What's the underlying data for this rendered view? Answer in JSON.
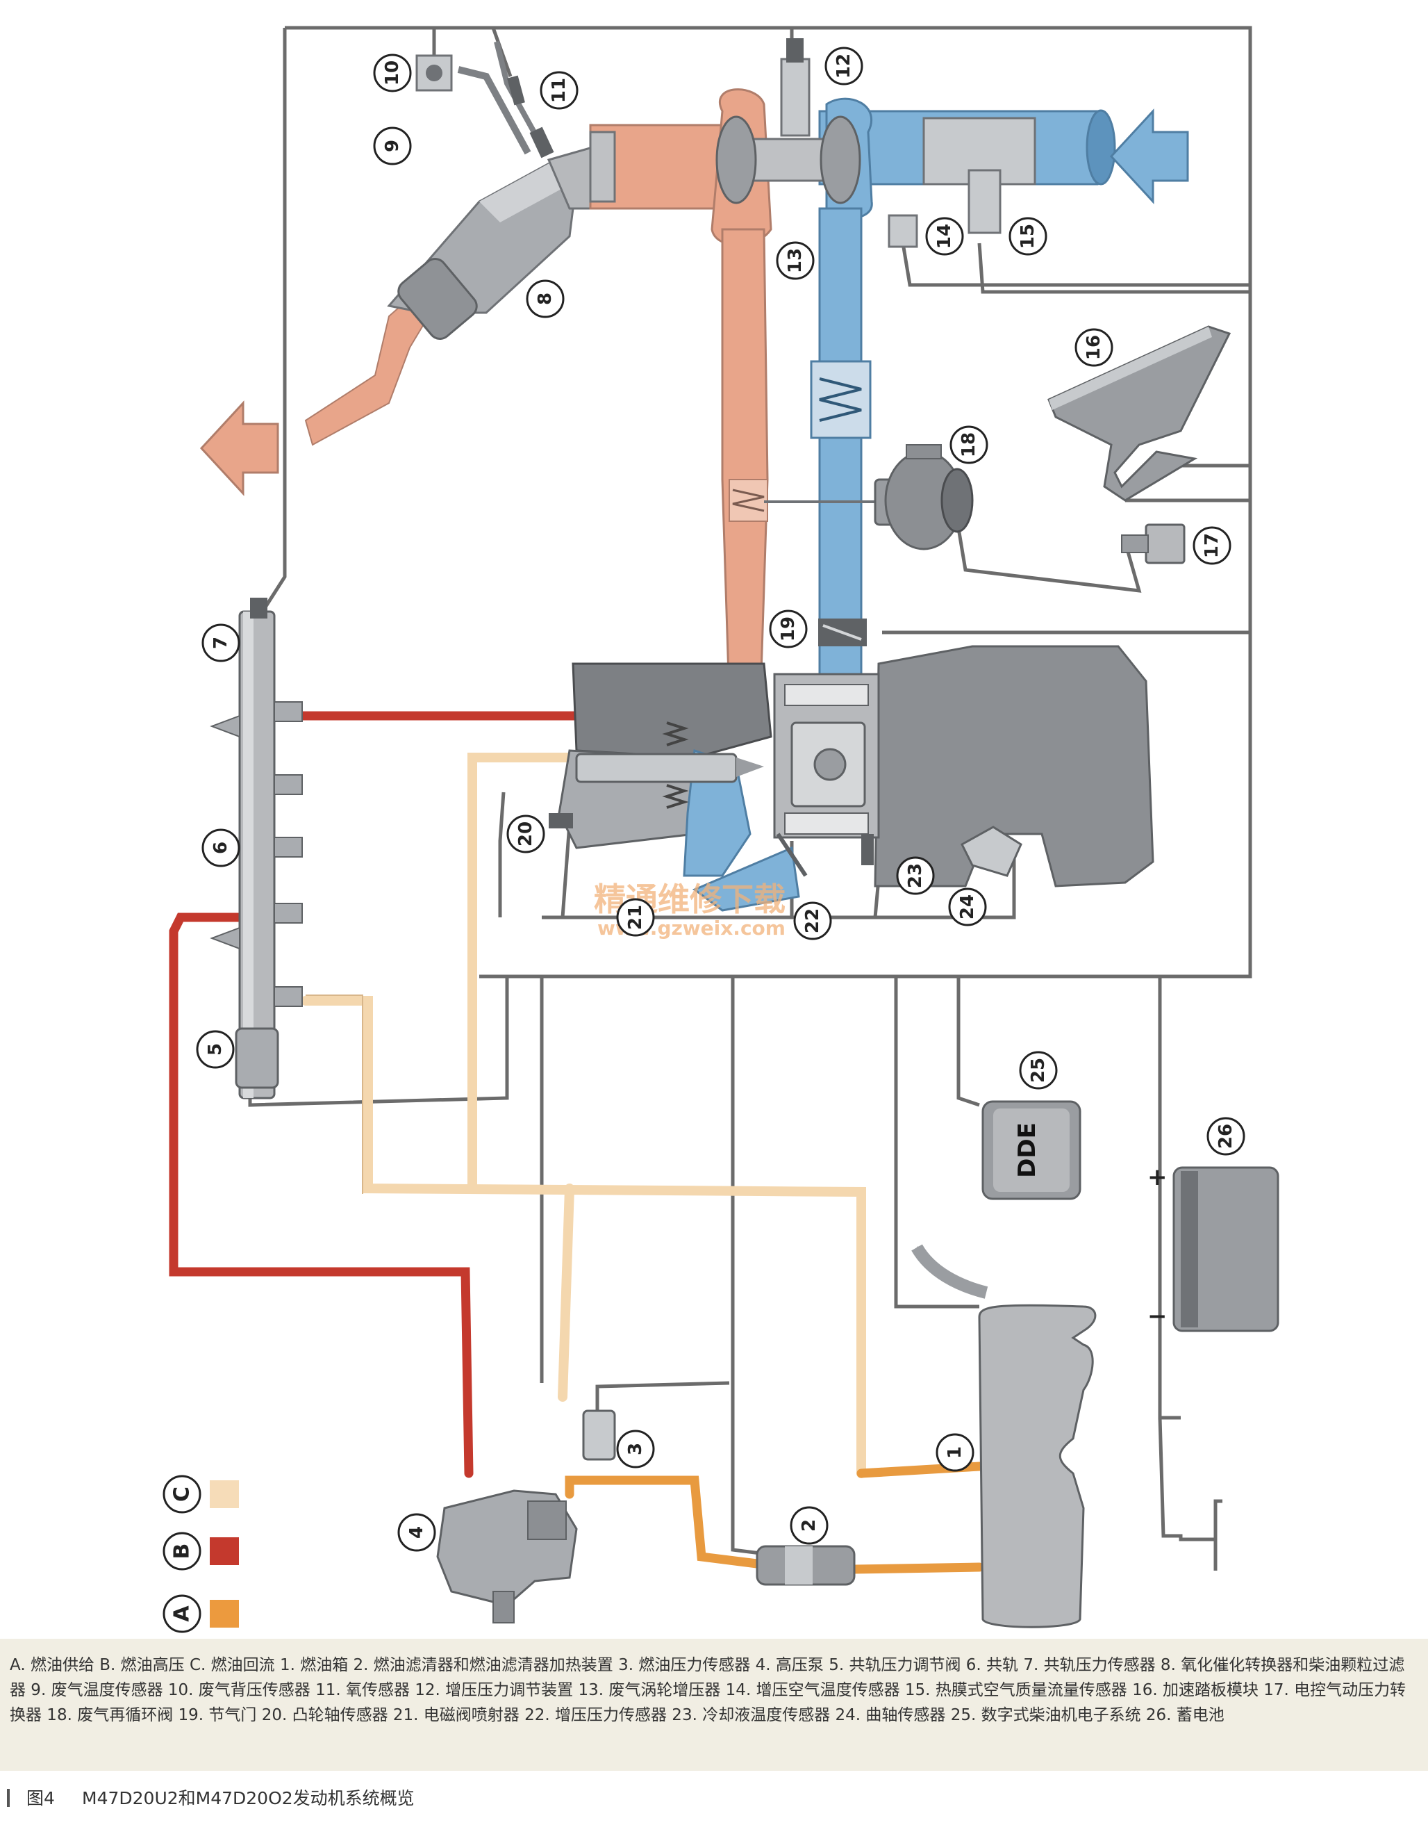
{
  "diagram": {
    "components": [
      {
        "num": "1"
      },
      {
        "num": "2"
      },
      {
        "num": "3"
      },
      {
        "num": "4"
      },
      {
        "num": "5"
      },
      {
        "num": "6"
      },
      {
        "num": "7"
      },
      {
        "num": "8"
      },
      {
        "num": "9"
      },
      {
        "num": "10"
      },
      {
        "num": "11"
      },
      {
        "num": "12"
      },
      {
        "num": "13"
      },
      {
        "num": "14"
      },
      {
        "num": "15"
      },
      {
        "num": "16"
      },
      {
        "num": "17"
      },
      {
        "num": "18"
      },
      {
        "num": "19"
      },
      {
        "num": "20"
      },
      {
        "num": "21"
      },
      {
        "num": "22"
      },
      {
        "num": "23"
      },
      {
        "num": "24"
      },
      {
        "num": "25"
      },
      {
        "num": "26"
      }
    ],
    "ecu_text": "DDE",
    "battery_plus": "+",
    "battery_minus": "−",
    "legend": [
      {
        "letter": "C",
        "color": "#f6dcb8"
      },
      {
        "letter": "B",
        "color": "#c4392d"
      },
      {
        "letter": "A",
        "color": "#ec9a3e"
      }
    ],
    "colors": {
      "exhaust": "#e8a58a",
      "intake": "#7fb2d8",
      "fuel_return": "#f4d7ae",
      "fuel_high_pressure": "#c4392d",
      "fuel_supply": "#e89a3f",
      "wire": "#6b6b6b",
      "component_gray": "#8c8f93"
    },
    "watermark": {
      "line1": "精通维修下载",
      "line2": "www.gzweix.com"
    }
  },
  "caption": {
    "text": "A. 燃油供给 B. 燃油高压 C. 燃油回流 1. 燃油箱 2. 燃油滤清器和燃油滤清器加热装置 3. 燃油压力传感器 4. 高压泵 5. 共轨压力调节阀 6. 共轨 7. 共轨压力传感器 8. 氧化催化转换器和柴油颗粒过滤器 9. 废气温度传感器 10. 废气背压传感器 11. 氧传感器 12. 增压压力调节装置 13. 废气涡轮增压器 14. 增压空气温度传感器 15. 热膜式空气质量流量传感器 16. 加速踏板模块 17. 电控气动压力转换器 18. 废气再循环阀 19. 节气门 20. 凸轮轴传感器 21. 电磁阀喷射器 22. 增压压力传感器 23. 冷却液温度传感器 24. 曲轴传感器 25. 数字式柴油机电子系统 26. 蓄电池",
    "figure_label": "图4",
    "figure_title": "M47D20U2和M47D20O2发动机系统概览"
  }
}
